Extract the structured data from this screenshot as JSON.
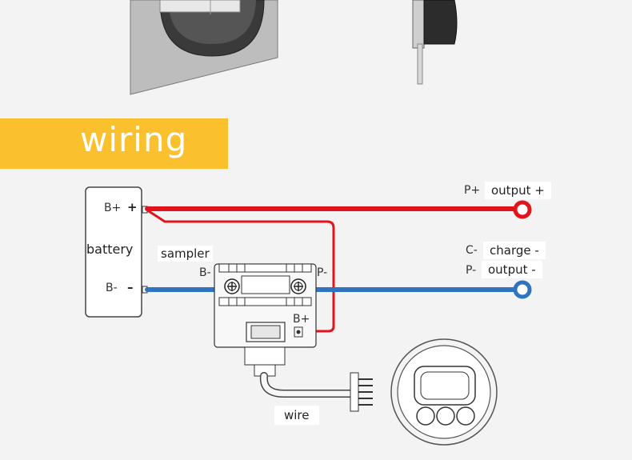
{
  "section_title": "wiring",
  "battery": {
    "label": "battery",
    "pos_terminal": "B+",
    "pos_sign": "+",
    "neg_terminal": "B-",
    "neg_sign": "–"
  },
  "sampler": {
    "label": "sampler",
    "left_terminal": "B-",
    "right_terminal": "P-",
    "power_terminal": "B+"
  },
  "outputs": {
    "pos_code": "P+",
    "pos_label": "output +",
    "charge_code": "C-",
    "charge_label": "charge -",
    "neg_code": "P-",
    "neg_label": "output -"
  },
  "wire_label": "wire",
  "colors": {
    "banner": "#fbc02d",
    "positive_wire": "#e3131b",
    "negative_wire": "#2f74c0"
  },
  "icons": {
    "top_left_device": "panel-mounted-meter",
    "top_right_device": "meter-side-view",
    "sampler_screw": "screw-icon",
    "round_meter": "round-battery-meter"
  }
}
